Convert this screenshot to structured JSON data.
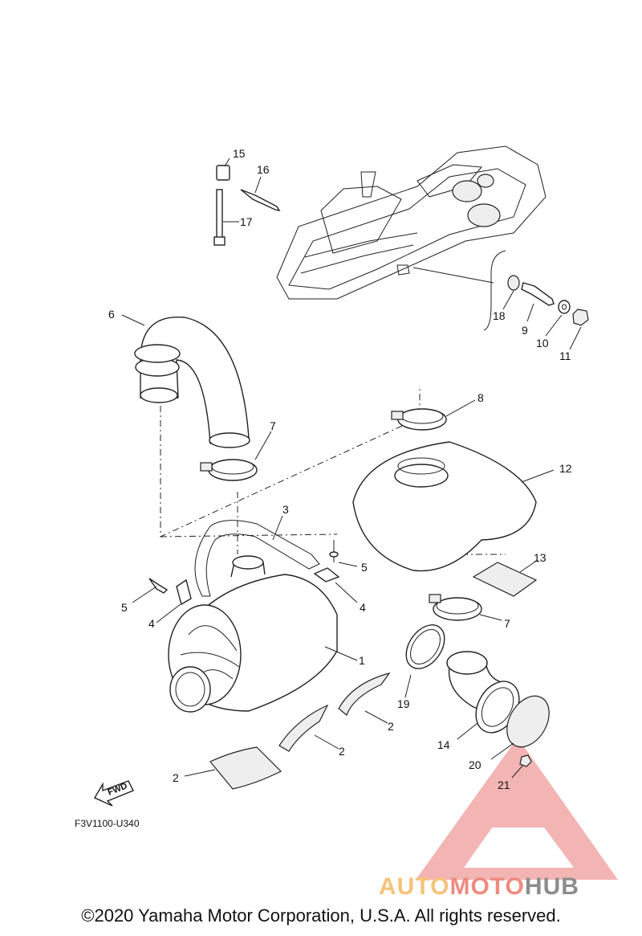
{
  "callouts": {
    "c1": "1",
    "c2a": "2",
    "c2b": "2",
    "c2c": "2",
    "c3": "3",
    "c4a": "4",
    "c4b": "4",
    "c5a": "5",
    "c5b": "5",
    "c6": "6",
    "c7a": "7",
    "c7b": "7",
    "c8": "8",
    "c9": "9",
    "c10": "10",
    "c11": "11",
    "c12": "12",
    "c13": "13",
    "c14": "14",
    "c15": "15",
    "c16": "16",
    "c17": "17",
    "c18": "18",
    "c19": "19",
    "c20": "20",
    "c21": "21"
  },
  "fwd_label": "FWD",
  "diagram_code": "F3V1100-U340",
  "watermark": {
    "part1": "AUTO",
    "part2": "MOTO",
    "part3": "HUB",
    "color1": "#f5c37a",
    "color2": "#f08a80",
    "color3": "#8c8c8c"
  },
  "copyright": "©2020 Yamaha Motor Corporation, U.S.A. All rights reserved."
}
